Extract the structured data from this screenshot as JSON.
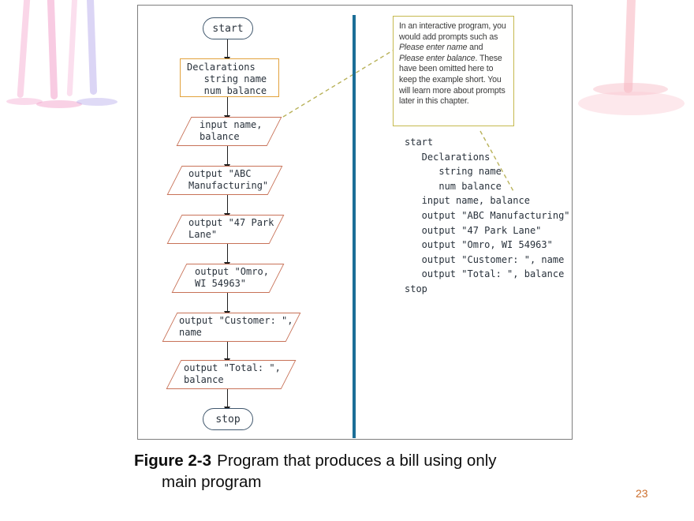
{
  "colors": {
    "divider": "#1b6e97",
    "terminal_border": "#41586e",
    "process_border": "#e2a23c",
    "io_border": "#c87258",
    "callout_border": "#c5b94f",
    "connector_dash": "#b9b25a",
    "panel_border": "#7e7e7e",
    "page_number": "#cc6f2d"
  },
  "figure": {
    "flowchart": {
      "start_label": "start",
      "stop_label": "stop",
      "declarations_text": "Declarations\n   string name\n   num balance",
      "steps": [
        {
          "text": "input name,\nbalance"
        },
        {
          "text": "output \"ABC\nManufacturing\""
        },
        {
          "text": "output \"47 Park\nLane\""
        },
        {
          "text": "output \"Omro,\nWI 54963\""
        },
        {
          "text": "output \"Customer: \",\nname"
        },
        {
          "text": "output \"Total: \",\nbalance"
        }
      ]
    },
    "callout": {
      "t1": "In an interactive program, you would add prompts such as ",
      "i1": "Please enter name",
      "t2": " and ",
      "i2": "Please enter balance",
      "t3": ". These have been omitted here to keep the example short. You will learn more about prompts later in this chapter."
    },
    "pseudocode": [
      "start",
      "   Declarations",
      "      string name",
      "      num balance",
      "   input name, balance",
      "   output \"ABC Manufacturing\"",
      "   output \"47 Park Lane\"",
      "   output \"Omro, WI 54963\"",
      "   output \"Customer: \", name",
      "   output \"Total: \", balance",
      "stop"
    ]
  },
  "caption": {
    "label": "Figure 2-3",
    "line1": "Program that produces a bill using only",
    "line2": "main program"
  },
  "page_number": "23"
}
